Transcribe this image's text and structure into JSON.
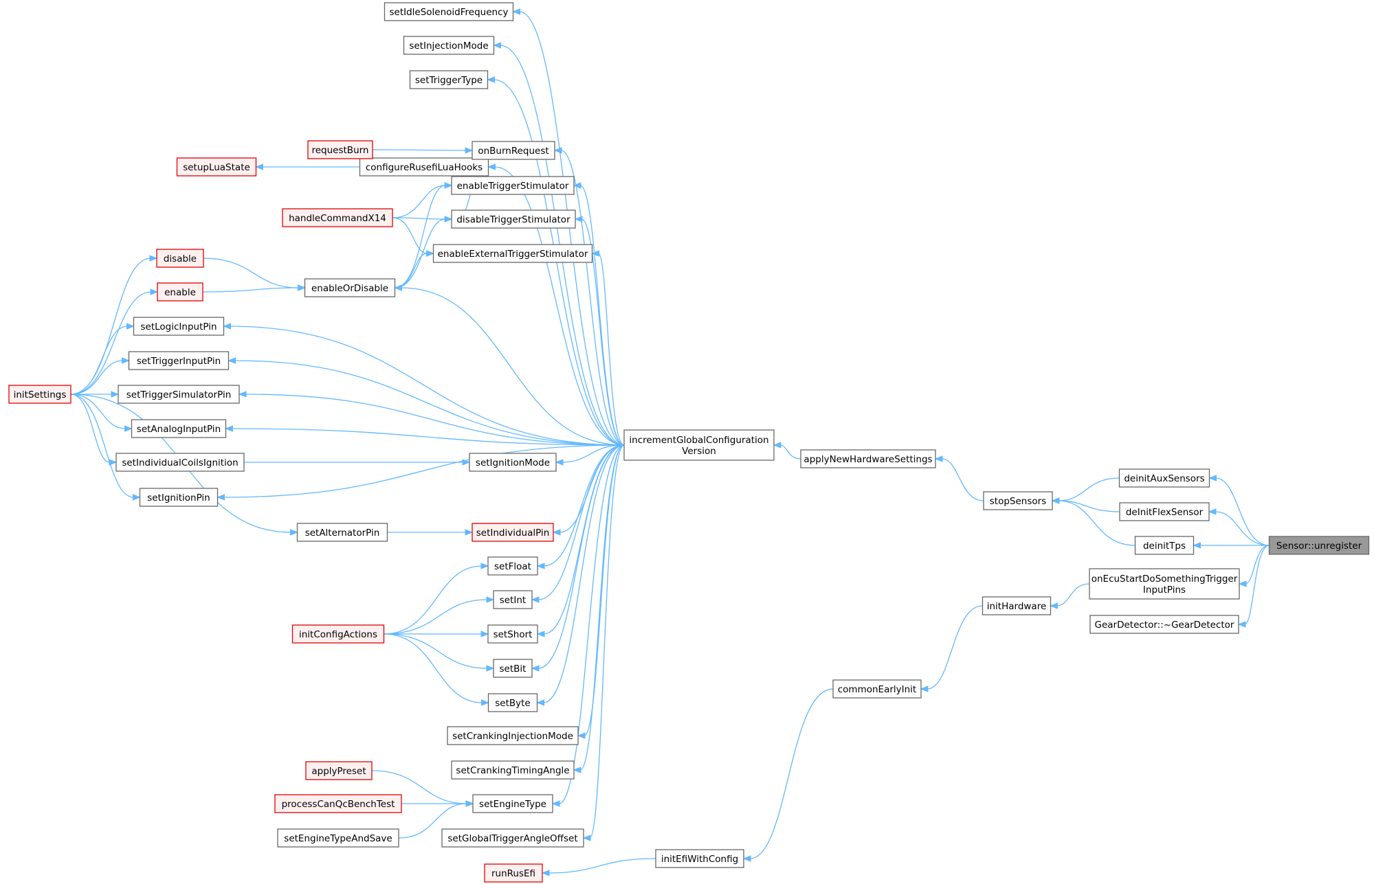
{
  "graph": {
    "nodes": [
      {
        "id": "setIdleSolenoidFrequency",
        "lines": [
          "setIdleSolenoidFrequency"
        ],
        "style": "normal"
      },
      {
        "id": "setInjectionMode",
        "lines": [
          "setInjectionMode"
        ],
        "style": "normal"
      },
      {
        "id": "setTriggerType",
        "lines": [
          "setTriggerType"
        ],
        "style": "normal"
      },
      {
        "id": "setupLuaState",
        "lines": [
          "setupLuaState"
        ],
        "style": "red"
      },
      {
        "id": "configureRusefiLuaHooks",
        "lines": [
          "configureRusefiLuaHooks"
        ],
        "style": "normal"
      },
      {
        "id": "requestBurn",
        "lines": [
          "requestBurn"
        ],
        "style": "red"
      },
      {
        "id": "onBurnRequest",
        "lines": [
          "onBurnRequest"
        ],
        "style": "normal"
      },
      {
        "id": "enableTriggerStimulator",
        "lines": [
          "enableTriggerStimulator"
        ],
        "style": "normal"
      },
      {
        "id": "handleCommandX14",
        "lines": [
          "handleCommandX14"
        ],
        "style": "red"
      },
      {
        "id": "disableTriggerStimulator",
        "lines": [
          "disableTriggerStimulator"
        ],
        "style": "normal"
      },
      {
        "id": "disable",
        "lines": [
          "disable"
        ],
        "style": "red"
      },
      {
        "id": "enableExternalTriggerStimulator",
        "lines": [
          "enableExternalTriggerStimulator"
        ],
        "style": "normal"
      },
      {
        "id": "enable",
        "lines": [
          "enable"
        ],
        "style": "red"
      },
      {
        "id": "enableOrDisable",
        "lines": [
          "enableOrDisable"
        ],
        "style": "normal"
      },
      {
        "id": "setLogicInputPin",
        "lines": [
          "setLogicInputPin"
        ],
        "style": "normal"
      },
      {
        "id": "setTriggerInputPin",
        "lines": [
          "setTriggerInputPin"
        ],
        "style": "normal"
      },
      {
        "id": "initSettings",
        "lines": [
          "initSettings"
        ],
        "style": "red"
      },
      {
        "id": "setTriggerSimulatorPin",
        "lines": [
          "setTriggerSimulatorPin"
        ],
        "style": "normal"
      },
      {
        "id": "setAnalogInputPin",
        "lines": [
          "setAnalogInputPin"
        ],
        "style": "normal"
      },
      {
        "id": "incrementGlobalConfigurationVersion",
        "lines": [
          "incrementGlobalConfiguration",
          "Version"
        ],
        "style": "normal"
      },
      {
        "id": "applyNewHardwareSettings",
        "lines": [
          "applyNewHardwareSettings"
        ],
        "style": "normal"
      },
      {
        "id": "setIndividualCoilsIgnition",
        "lines": [
          "setIndividualCoilsIgnition"
        ],
        "style": "normal"
      },
      {
        "id": "setIgnitionMode",
        "lines": [
          "setIgnitionMode"
        ],
        "style": "normal"
      },
      {
        "id": "deinitAuxSensors",
        "lines": [
          "deinitAuxSensors"
        ],
        "style": "normal"
      },
      {
        "id": "stopSensors",
        "lines": [
          "stopSensors"
        ],
        "style": "normal"
      },
      {
        "id": "setIgnitionPin",
        "lines": [
          "setIgnitionPin"
        ],
        "style": "normal"
      },
      {
        "id": "deInitFlexSensor",
        "lines": [
          "deInitFlexSensor"
        ],
        "style": "normal"
      },
      {
        "id": "setAlternatorPin",
        "lines": [
          "setAlternatorPin"
        ],
        "style": "normal"
      },
      {
        "id": "setIndividualPin",
        "lines": [
          "setIndividualPin"
        ],
        "style": "red"
      },
      {
        "id": "deinitTps",
        "lines": [
          "deinitTps"
        ],
        "style": "normal"
      },
      {
        "id": "SensorUnregister",
        "lines": [
          "Sensor::unregister"
        ],
        "style": "root"
      },
      {
        "id": "setFloat",
        "lines": [
          "setFloat"
        ],
        "style": "normal"
      },
      {
        "id": "onEcuStartDoSomethingTriggerInputPins",
        "lines": [
          "onEcuStartDoSomethingTrigger",
          "InputPins"
        ],
        "style": "normal"
      },
      {
        "id": "initHardware",
        "lines": [
          "initHardware"
        ],
        "style": "normal"
      },
      {
        "id": "setInt",
        "lines": [
          "setInt"
        ],
        "style": "normal"
      },
      {
        "id": "GearDetectorDtor",
        "lines": [
          "GearDetector::~GearDetector"
        ],
        "style": "normal"
      },
      {
        "id": "initConfigActions",
        "lines": [
          "initConfigActions"
        ],
        "style": "red"
      },
      {
        "id": "setShort",
        "lines": [
          "setShort"
        ],
        "style": "normal"
      },
      {
        "id": "setBit",
        "lines": [
          "setBit"
        ],
        "style": "normal"
      },
      {
        "id": "commonEarlyInit",
        "lines": [
          "commonEarlyInit"
        ],
        "style": "normal"
      },
      {
        "id": "setByte",
        "lines": [
          "setByte"
        ],
        "style": "normal"
      },
      {
        "id": "setCrankingInjectionMode",
        "lines": [
          "setCrankingInjectionMode"
        ],
        "style": "normal"
      },
      {
        "id": "setCrankingTimingAngle",
        "lines": [
          "setCrankingTimingAngle"
        ],
        "style": "normal"
      },
      {
        "id": "applyPreset",
        "lines": [
          "applyPreset"
        ],
        "style": "red"
      },
      {
        "id": "processCanQcBenchTest",
        "lines": [
          "processCanQcBenchTest"
        ],
        "style": "red"
      },
      {
        "id": "setEngineType",
        "lines": [
          "setEngineType"
        ],
        "style": "normal"
      },
      {
        "id": "setEngineTypeAndSave",
        "lines": [
          "setEngineTypeAndSave"
        ],
        "style": "normal"
      },
      {
        "id": "setGlobalTriggerAngleOffset",
        "lines": [
          "setGlobalTriggerAngleOffset"
        ],
        "style": "normal"
      },
      {
        "id": "initEfiWithConfig",
        "lines": [
          "initEfiWithConfig"
        ],
        "style": "normal"
      },
      {
        "id": "runRusEfi",
        "lines": [
          "runRusEfi"
        ],
        "style": "red"
      }
    ],
    "edges": [
      [
        "setIdleSolenoidFrequency",
        "incrementGlobalConfigurationVersion"
      ],
      [
        "setInjectionMode",
        "incrementGlobalConfigurationVersion"
      ],
      [
        "setTriggerType",
        "incrementGlobalConfigurationVersion"
      ],
      [
        "configureRusefiLuaHooks",
        "incrementGlobalConfigurationVersion"
      ],
      [
        "onBurnRequest",
        "incrementGlobalConfigurationVersion"
      ],
      [
        "enableTriggerStimulator",
        "incrementGlobalConfigurationVersion"
      ],
      [
        "disableTriggerStimulator",
        "incrementGlobalConfigurationVersion"
      ],
      [
        "enableExternalTriggerStimulator",
        "incrementGlobalConfigurationVersion"
      ],
      [
        "enableOrDisable",
        "incrementGlobalConfigurationVersion"
      ],
      [
        "setLogicInputPin",
        "incrementGlobalConfigurationVersion"
      ],
      [
        "setTriggerInputPin",
        "incrementGlobalConfigurationVersion"
      ],
      [
        "setTriggerSimulatorPin",
        "incrementGlobalConfigurationVersion"
      ],
      [
        "setAnalogInputPin",
        "incrementGlobalConfigurationVersion"
      ],
      [
        "setIgnitionMode",
        "incrementGlobalConfigurationVersion"
      ],
      [
        "setIgnitionPin",
        "incrementGlobalConfigurationVersion"
      ],
      [
        "setIndividualPin",
        "incrementGlobalConfigurationVersion"
      ],
      [
        "setFloat",
        "incrementGlobalConfigurationVersion"
      ],
      [
        "setInt",
        "incrementGlobalConfigurationVersion"
      ],
      [
        "setShort",
        "incrementGlobalConfigurationVersion"
      ],
      [
        "setBit",
        "incrementGlobalConfigurationVersion"
      ],
      [
        "setByte",
        "incrementGlobalConfigurationVersion"
      ],
      [
        "setCrankingInjectionMode",
        "incrementGlobalConfigurationVersion"
      ],
      [
        "setCrankingTimingAngle",
        "incrementGlobalConfigurationVersion"
      ],
      [
        "setEngineType",
        "incrementGlobalConfigurationVersion"
      ],
      [
        "setGlobalTriggerAngleOffset",
        "incrementGlobalConfigurationVersion"
      ],
      [
        "setupLuaState",
        "configureRusefiLuaHooks"
      ],
      [
        "requestBurn",
        "configureRusefiLuaHooks"
      ],
      [
        "onBurnRequest",
        "requestBurn"
      ],
      [
        "enableTriggerStimulator",
        "configureRusefiLuaHooks"
      ],
      [
        "enableTriggerStimulator",
        "handleCommandX14"
      ],
      [
        "enableTriggerStimulator",
        "enableOrDisable"
      ],
      [
        "disableTriggerStimulator",
        "configureRusefiLuaHooks"
      ],
      [
        "disableTriggerStimulator",
        "handleCommandX14"
      ],
      [
        "disableTriggerStimulator",
        "enableOrDisable"
      ],
      [
        "enableExternalTriggerStimulator",
        "handleCommandX14"
      ],
      [
        "enableExternalTriggerStimulator",
        "enableOrDisable"
      ],
      [
        "enableOrDisable",
        "disable"
      ],
      [
        "enableOrDisable",
        "enable"
      ],
      [
        "disable",
        "initSettings"
      ],
      [
        "enable",
        "initSettings"
      ],
      [
        "setLogicInputPin",
        "initSettings"
      ],
      [
        "setTriggerInputPin",
        "initSettings"
      ],
      [
        "setTriggerSimulatorPin",
        "initSettings"
      ],
      [
        "setAnalogInputPin",
        "initSettings"
      ],
      [
        "setIndividualCoilsIgnition",
        "initSettings"
      ],
      [
        "setIgnitionPin",
        "initSettings"
      ],
      [
        "setAlternatorPin",
        "initSettings"
      ],
      [
        "setIgnitionMode",
        "setIndividualCoilsIgnition"
      ],
      [
        "setIndividualPin",
        "setAlternatorPin"
      ],
      [
        "setFloat",
        "initConfigActions"
      ],
      [
        "setInt",
        "initConfigActions"
      ],
      [
        "setShort",
        "initConfigActions"
      ],
      [
        "setBit",
        "initConfigActions"
      ],
      [
        "setByte",
        "initConfigActions"
      ],
      [
        "setEngineType",
        "applyPreset"
      ],
      [
        "setEngineType",
        "processCanQcBenchTest"
      ],
      [
        "setEngineType",
        "setEngineTypeAndSave"
      ],
      [
        "incrementGlobalConfigurationVersion",
        "applyNewHardwareSettings"
      ],
      [
        "applyNewHardwareSettings",
        "stopSensors"
      ],
      [
        "stopSensors",
        "deinitAuxSensors"
      ],
      [
        "stopSensors",
        "deInitFlexSensor"
      ],
      [
        "stopSensors",
        "deinitTps"
      ],
      [
        "deinitAuxSensors",
        "SensorUnregister"
      ],
      [
        "deInitFlexSensor",
        "SensorUnregister"
      ],
      [
        "deinitTps",
        "SensorUnregister"
      ],
      [
        "onEcuStartDoSomethingTriggerInputPins",
        "SensorUnregister"
      ],
      [
        "GearDetectorDtor",
        "SensorUnregister"
      ],
      [
        "initHardware",
        "onEcuStartDoSomethingTriggerInputPins"
      ],
      [
        "commonEarlyInit",
        "initHardware"
      ],
      [
        "initEfiWithConfig",
        "commonEarlyInit"
      ],
      [
        "runRusEfi",
        "initEfiWithConfig"
      ]
    ]
  }
}
